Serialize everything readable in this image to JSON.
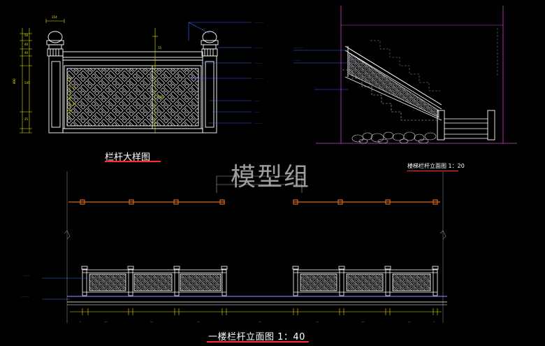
{
  "titles": {
    "detail": "栏杆大样图",
    "stair": "楼梯栏杆立面图 1：20",
    "first_floor": "一楼栏杆立面图 1：40"
  },
  "watermark": "模型组",
  "detail_dims": {
    "top_width": "154",
    "total_height": "890"
  },
  "colors": {
    "background": "#000000",
    "linework": "#ffffff",
    "leaders": "#3a6bff",
    "dimensions": "#e8e800",
    "underline": "#ff2a2a",
    "beam": "#d2691e",
    "floor_line": "#7b52c7",
    "grid": "#cc44cc"
  }
}
